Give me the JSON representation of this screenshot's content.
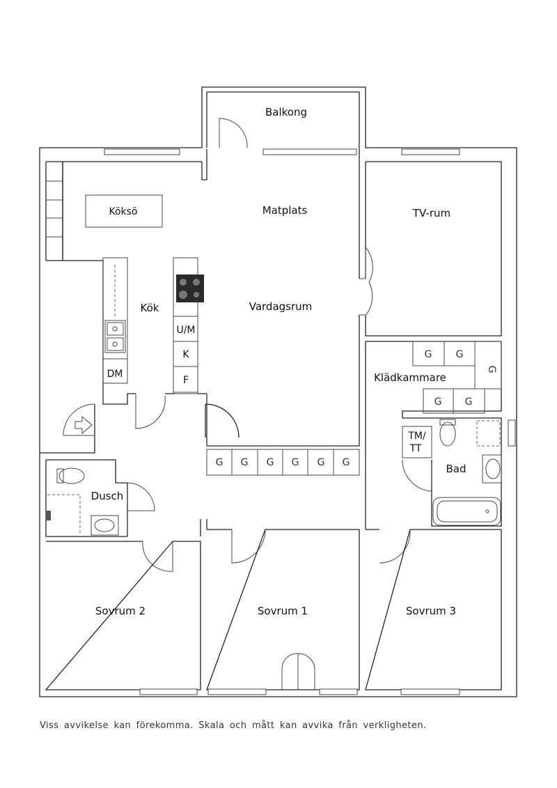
{
  "rooms": {
    "balkong": "Balkong",
    "koksö": "Köksö",
    "matplats": "Matplats",
    "tv_rum": "TV-rum",
    "kok": "Kök",
    "vardagsrum": "Vardagsrum",
    "kladkammare": "Klädkammare",
    "bad": "Bad",
    "dusch": "Dusch",
    "sovrum2": "Sovrum 2",
    "sovrum1": "Sovrum 1",
    "sovrum3": "Sovrum 3"
  },
  "appliances": {
    "um": "U/M",
    "k": "K",
    "f": "F",
    "dm": "DM",
    "tm": "TM/",
    "tt": "TT",
    "g": "G"
  },
  "disclaimer": "Viss avvikelse kan förekomma. Skala och mått kan avvika från verkligheten."
}
